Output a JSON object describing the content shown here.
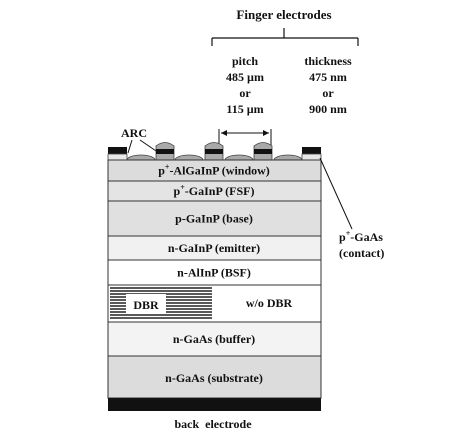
{
  "finger_electrodes_label": "Finger electrodes",
  "pitch": {
    "label": "pitch",
    "value1": "485 µm",
    "or": "or",
    "value2": "115 µm"
  },
  "thickness": {
    "label": "thickness",
    "value1": "475 nm",
    "or": "or",
    "value2": "900 nm"
  },
  "arc_label": "ARC",
  "contact": {
    "material_prefix": "p",
    "material_sup": "+",
    "material_rest": "-GaAs",
    "role": "(contact)"
  },
  "layers": [
    {
      "prefix": "p",
      "sup": "+",
      "rest": "-AlGaInP (window)",
      "fill": "#dcdcdc"
    },
    {
      "prefix": "p",
      "sup": "+",
      "rest": "-GaInP (FSF)",
      "fill": "#e4e4e4"
    },
    {
      "prefix": "",
      "sup": "",
      "rest": "p-GaInP (base)",
      "fill": "#e0e0e0"
    },
    {
      "prefix": "",
      "sup": "",
      "rest": "n-GaInP (emitter)",
      "fill": "#f1f1f1"
    },
    {
      "prefix": "",
      "sup": "",
      "rest": "n-AlInP (BSF)",
      "fill": "#ffffff"
    }
  ],
  "dbr_label": "DBR",
  "wo_dbr_label": "w/o DBR",
  "buffer_label": "n-GaAs (buffer)",
  "substrate_label": "n-GaAs (substrate)",
  "back_electrode_label": "back  electrode",
  "colors": {
    "electrode": "#111111",
    "arc": "#a9a9a9",
    "window": "#dcdcdc",
    "buffer": "#f3f3f3",
    "substrate": "#dcdcdc",
    "outline": "#333333"
  }
}
